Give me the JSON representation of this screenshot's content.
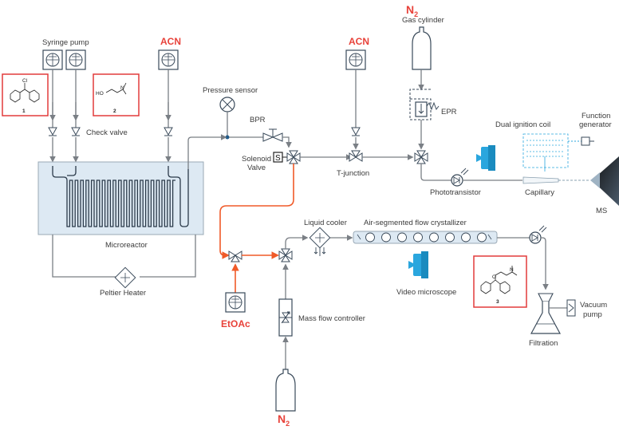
{
  "labels": {
    "syringe_pump": "Syringe pump",
    "check_valve": "Check valve",
    "acn_top_left": "ACN",
    "acn_top_mid": "ACN",
    "n2_top": "N",
    "n2_top_sub": "2",
    "gas_cylinder": "Gas cylinder",
    "pressure_sensor": "Pressure sensor",
    "bpr": "BPR",
    "solenoid_valve_1": "Solenoid",
    "solenoid_valve_2": "Valve",
    "solenoid_s": "S",
    "epr": "EPR",
    "dual_ignition_coil": "Dual ignition coil",
    "function_generator_1": "Function",
    "function_generator_2": "generator",
    "t_junction": "T-junction",
    "phototransistor": "Phototransistor",
    "capillary": "Capillary",
    "ms": "MS",
    "microreactor": "Microreactor",
    "peltier_heater": "Peltier Heater",
    "liquid_cooler": "Liquid cooler",
    "crystallizer": "Air-segmented flow crystallizer",
    "video_microscope": "Video microscope",
    "etoac": "EtOAc",
    "mass_flow_controller": "Mass flow controller",
    "n2_bottom": "N",
    "n2_bottom_sub": "2",
    "vacuum_pump_1": "Vacuum",
    "vacuum_pump_2": "pump",
    "filtration": "Filtration"
  },
  "compounds": [
    {
      "number": "1",
      "atom_labels": [
        "Cl"
      ]
    },
    {
      "number": "2",
      "atom_labels": [
        "HO",
        "N"
      ]
    },
    {
      "number": "3",
      "atom_labels": [
        "O",
        "N"
      ]
    }
  ],
  "colors": {
    "line": "#7a7f85",
    "reaction_line": "#f05a28",
    "label_red": "#e8423a",
    "reactor_fill": "#dde9f3",
    "instrument_blue": "#2aa6de"
  }
}
